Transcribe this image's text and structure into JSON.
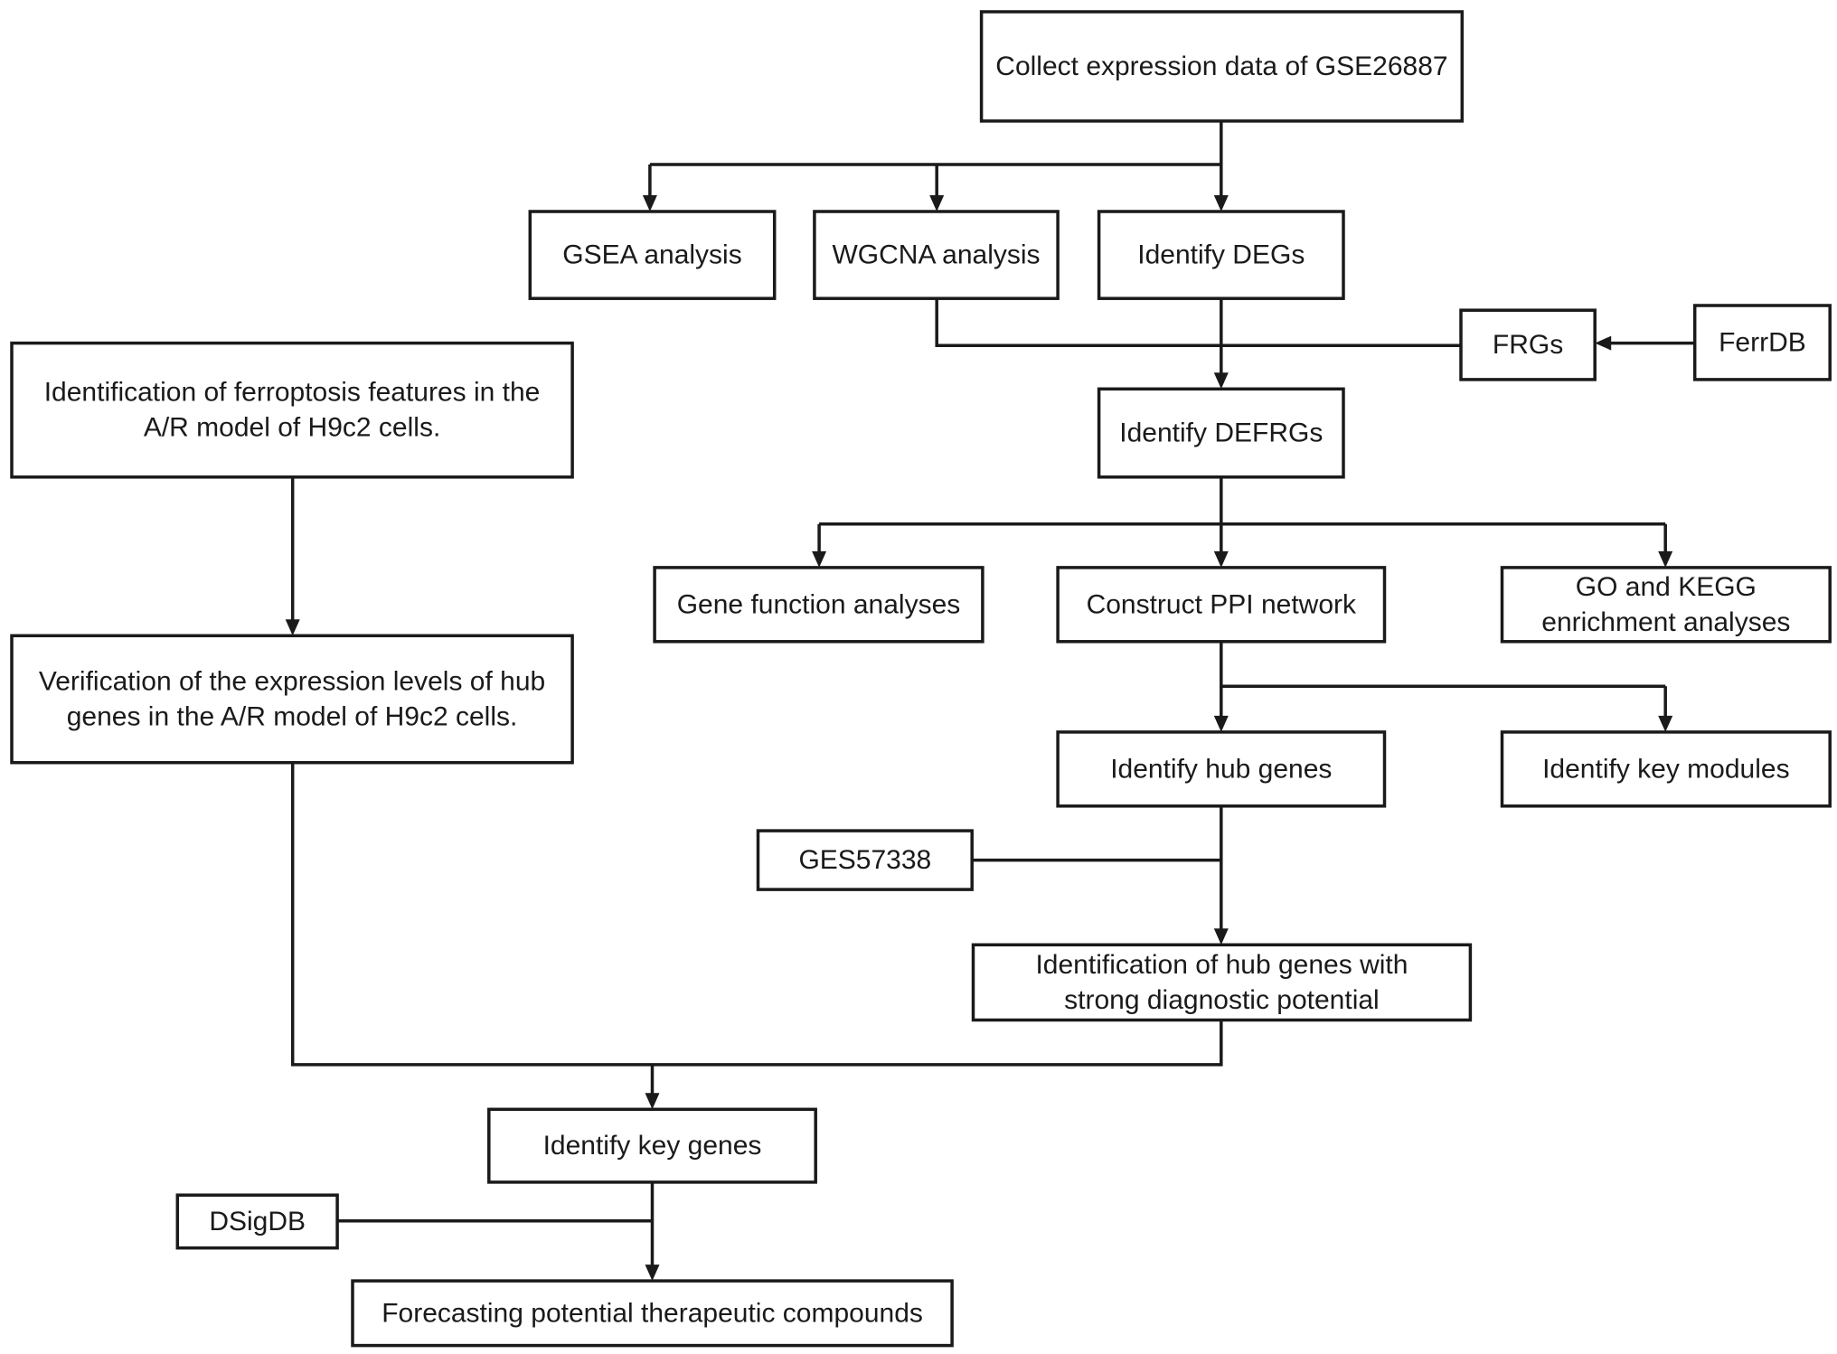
{
  "nodes": {
    "collect": [
      "Collect expression data of GSE26887"
    ],
    "gsea": [
      "GSEA analysis"
    ],
    "wgcna": [
      "WGCNA analysis"
    ],
    "degs": [
      "Identify DEGs"
    ],
    "frgs": [
      "FRGs"
    ],
    "ferrdb": [
      "FerrDB"
    ],
    "defrgs": [
      "Identify DEFRGs"
    ],
    "ferroptosis": [
      "Identification of ferroptosis features in the",
      "A/R model of H9c2 cells."
    ],
    "verification": [
      "Verification of the expression levels of hub",
      "genes in the A/R model of H9c2 cells."
    ],
    "gene_function": [
      "Gene function analyses"
    ],
    "ppi": [
      "Construct PPI network"
    ],
    "go_kegg": [
      "GO and KEGG",
      "enrichment analyses"
    ],
    "hub_genes": [
      "Identify hub genes"
    ],
    "key_modules": [
      "Identify key modules"
    ],
    "ges57338": [
      "GES57338"
    ],
    "diagnostic": [
      "Identification of hub genes with",
      "strong diagnostic potential"
    ],
    "key_genes": [
      "Identify key genes"
    ],
    "dsigdb": [
      "DSigDB"
    ],
    "forecasting": [
      "Forecasting potential therapeutic compounds"
    ]
  }
}
